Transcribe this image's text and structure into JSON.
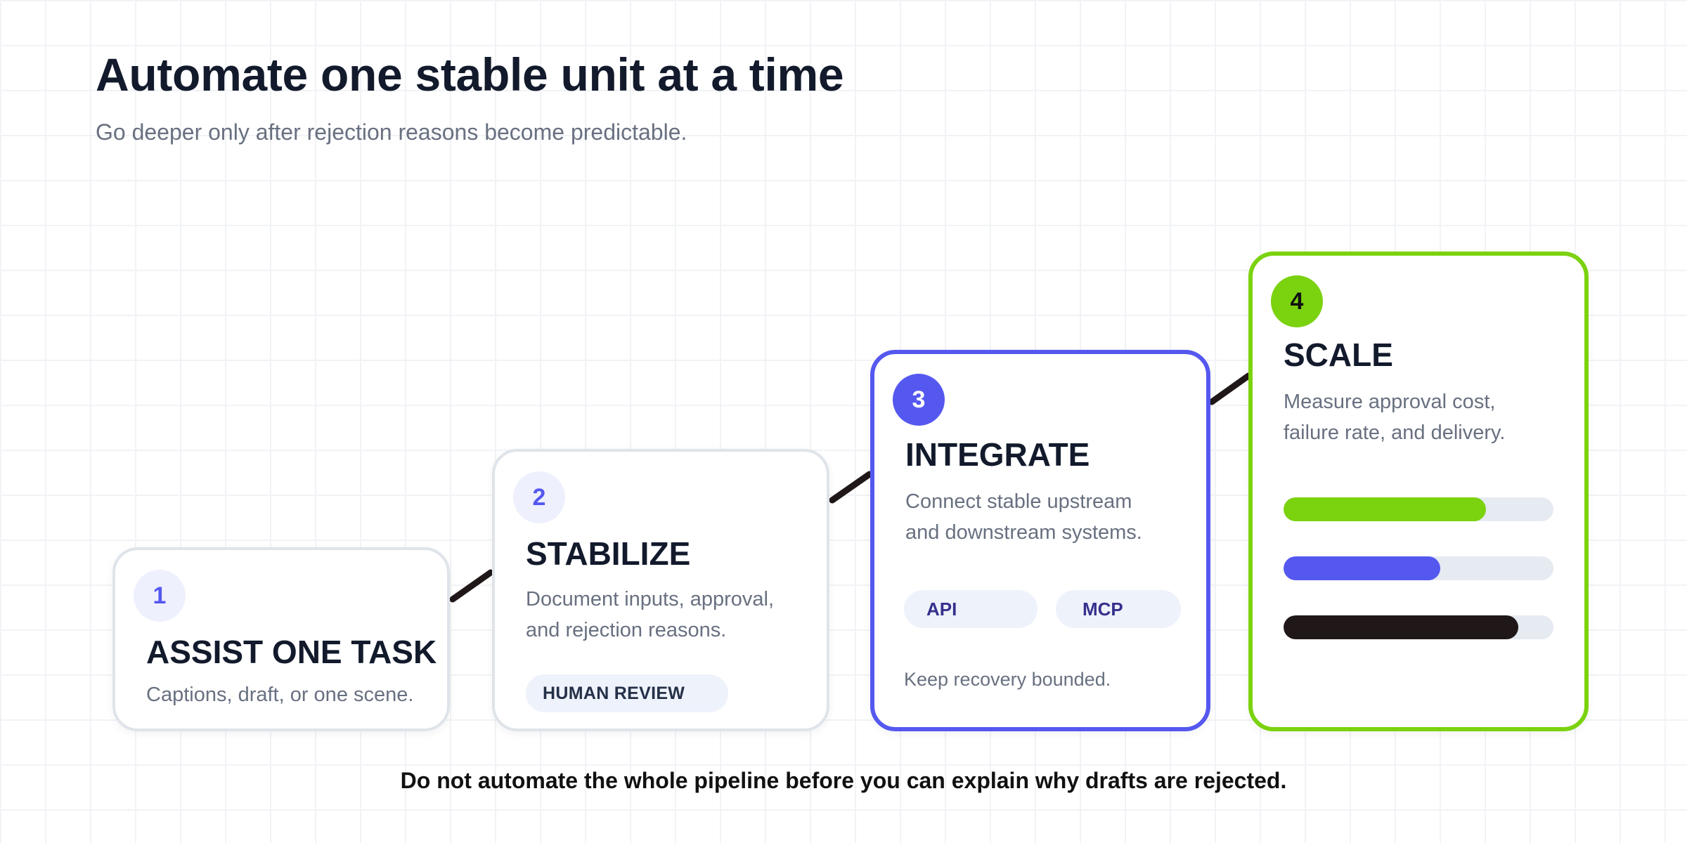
{
  "header": {
    "title": "Automate one stable unit at a time",
    "subtitle": "Go deeper only after rejection reasons become predictable."
  },
  "steps": [
    {
      "number": "1",
      "title": "ASSIST ONE TASK",
      "description": [
        "Captions, draft, or one scene."
      ]
    },
    {
      "number": "2",
      "title": "STABILIZE",
      "description": [
        "Document inputs, approval,",
        "and rejection reasons."
      ],
      "tag": "HUMAN REVIEW"
    },
    {
      "number": "3",
      "title": "INTEGRATE",
      "description": [
        "Connect stable upstream",
        "and downstream systems."
      ],
      "tags": [
        "API",
        "MCP"
      ],
      "note": "Keep recovery bounded."
    },
    {
      "number": "4",
      "title": "SCALE",
      "description": [
        "Measure approval cost,",
        "failure rate, and delivery."
      ],
      "metrics": [
        {
          "level": 0.75,
          "color": "#7bd20f"
        },
        {
          "level": 0.58,
          "color": "#5558ef"
        },
        {
          "level": 0.87,
          "color": "#201818"
        }
      ]
    }
  ],
  "footer": {
    "note": "Do not automate the whole pipeline before you can explain why drafts are rejected."
  },
  "colors": {
    "accent_indigo": "#5558ef",
    "accent_green": "#7bd20f",
    "connector": "#201818",
    "card_border": "#dfe4ea"
  }
}
